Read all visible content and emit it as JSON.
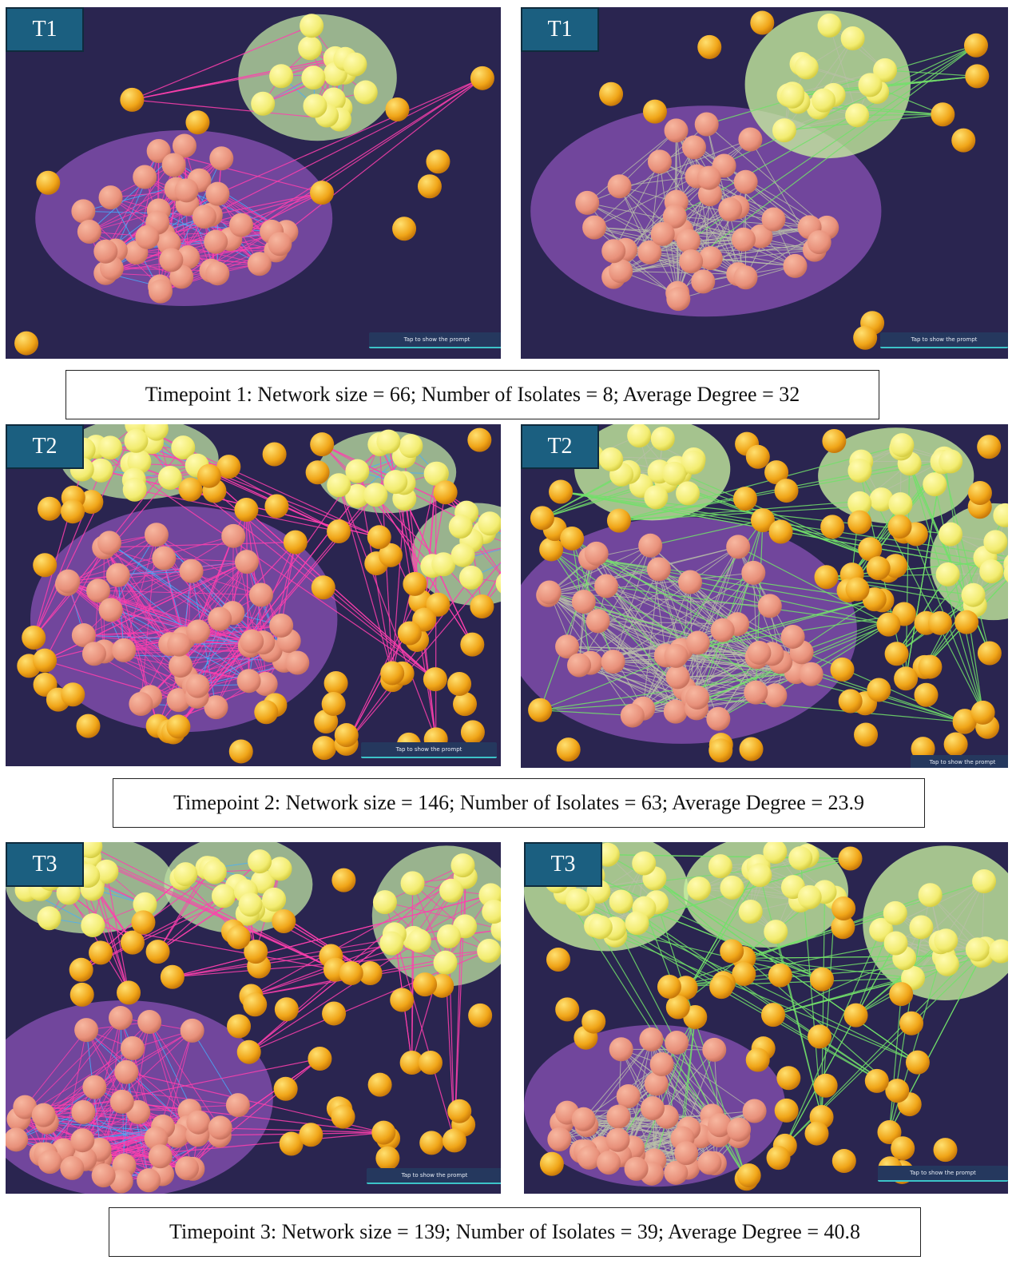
{
  "timepoints": [
    {
      "label": "T1",
      "caption": "Timepoint 1: Network size = 66; Number of Isolates = 8; Average Degree = 32",
      "left_view": {
        "label": "T1",
        "prompt": "Tap to show the prompt",
        "edge_theme": "pink-blue"
      },
      "right_view": {
        "label": "T1",
        "prompt": "Tap to show the prompt",
        "edge_theme": "green"
      }
    },
    {
      "label": "T2",
      "caption": "Timepoint 2: Network size = 146; Number of Isolates = 63; Average Degree = 23.9",
      "left_view": {
        "label": "T2",
        "prompt": "Tap to show the prompt",
        "edge_theme": "pink-blue"
      },
      "right_view": {
        "label": "T2",
        "prompt": "Tap to show the prompt",
        "edge_theme": "green"
      }
    },
    {
      "label": "T3",
      "caption": "Timepoint 3: Network size = 139; Number of Isolates = 39; Average Degree = 40.8",
      "left_view": {
        "label": "T3",
        "prompt": "Tap to show the prompt",
        "edge_theme": "pink-blue"
      },
      "right_view": {
        "label": "T3",
        "prompt": "Tap to show the prompt",
        "edge_theme": "green"
      }
    }
  ],
  "colors": {
    "canvas_bg": "#2a2550",
    "label_bg": "#1b5f80",
    "node_isolate": "#f0a518",
    "node_cluster_purple": "#e8907a",
    "node_cluster_green": "#f2ec70",
    "cluster_purple": "#8a52b5",
    "cluster_green": "#b9dba0",
    "edge_pink": "#ff3fae",
    "edge_blue": "#45b0ff",
    "edge_green": "#72e06a",
    "edge_gray": "#b9bfa8"
  }
}
